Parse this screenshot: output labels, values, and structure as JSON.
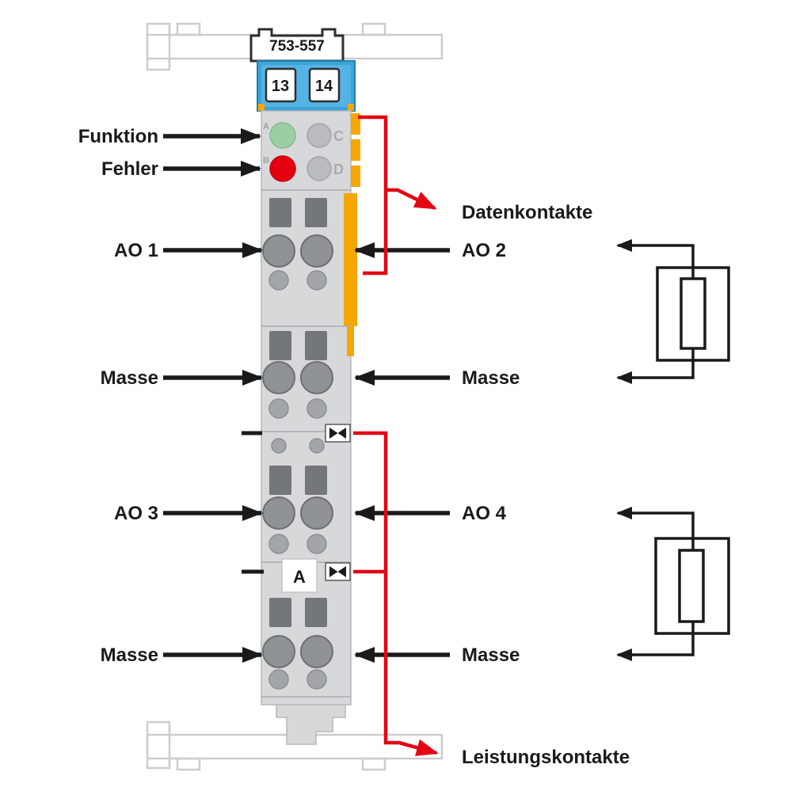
{
  "module": {
    "part_number": "753-557",
    "terminal_numbers": [
      "13",
      "14"
    ],
    "led_labels": [
      "A",
      "B",
      "C",
      "D"
    ],
    "marker_card": "A"
  },
  "labels": {
    "left": [
      "Funktion",
      "Fehler",
      "AO 1",
      "Masse",
      "AO 3",
      "Masse"
    ],
    "right": [
      "AO 2",
      "Masse",
      "AO 4",
      "Masse"
    ],
    "data_contacts": "Datenkontakte",
    "power_contacts": "Leistungskontakte"
  },
  "colors": {
    "module_blue": "#3aa5d9",
    "contact_orange": "#f7a600",
    "led_green": "#9bcfa3",
    "led_red": "#e3000f",
    "callout_red": "#e30613",
    "line_black": "#1a1a1a",
    "body_gray": "#d6d8da",
    "rail_gray": "#cbcdce"
  }
}
